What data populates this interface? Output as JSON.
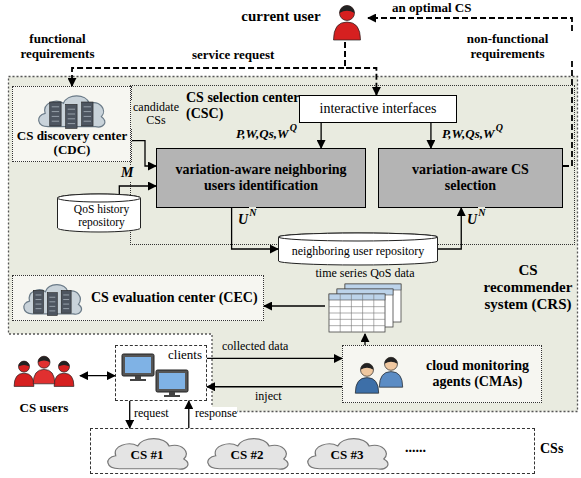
{
  "diagram": {
    "nodes": [
      {
        "text": [
          "current user"
        ]
      },
      {
        "text": [
          "CS recommender system (CRS)"
        ]
      },
      {
        "text": [
          "CS discovery center (CDC)"
        ],
        "in": 1
      },
      {
        "text": [
          "CS selection center (CSC)"
        ],
        "in": 1
      },
      {
        "text": [
          "interactive interfaces"
        ],
        "in": 3
      },
      {
        "text": [
          "variation-aware neighboring users identification"
        ],
        "in": 3
      },
      {
        "text": [
          "variation-aware CS selection"
        ],
        "in": 3
      },
      {
        "text": [
          "QoS history repository"
        ],
        "in": 1
      },
      {
        "text": [
          "neighboring user repository"
        ],
        "in": 1
      },
      {
        "text": [
          "CS evaluation center (CEC)"
        ],
        "in": 1
      },
      {
        "text": [
          "time series QoS data"
        ],
        "in": 1
      },
      {
        "text": [
          "cloud monitoring agents (CMAs)"
        ],
        "in": 1
      },
      {
        "text": [
          "CS users"
        ]
      },
      {
        "text": [
          "clients"
        ]
      },
      {
        "text": [
          "CSs"
        ]
      },
      {
        "text": [
          "CS #1"
        ],
        "in": 14
      },
      {
        "text": [
          "CS #2"
        ],
        "in": 14
      },
      {
        "text": [
          "CS #3"
        ],
        "in": 14
      }
    ],
    "edges": [
      {
        "from": 0,
        "to": 2,
        "arrow": "to"
      },
      {
        "from": 0,
        "to": 4,
        "arrow": "to"
      },
      {
        "from": 6,
        "to": 0,
        "arrow": "to",
        "label": "an optimal CS"
      },
      {
        "from": 2,
        "to": 5,
        "arrow": "to",
        "label": "candidate CSs"
      },
      {
        "from": 4,
        "to": 5,
        "arrow": "to"
      },
      {
        "from": 4,
        "to": 6,
        "arrow": "to"
      },
      {
        "from": 7,
        "to": 5,
        "arrow": "to",
        "label": "M"
      },
      {
        "from": 5,
        "to": 8,
        "arrow": "to"
      },
      {
        "from": 8,
        "to": 6,
        "arrow": "to"
      },
      {
        "from": 10,
        "to": 9,
        "arrow": "to"
      },
      {
        "from": 11,
        "to": 10,
        "arrow": "to"
      },
      {
        "from": 13,
        "to": 11,
        "arrow": "to",
        "label": "collected data"
      },
      {
        "from": 11,
        "to": 13,
        "arrow": "to",
        "label": "inject"
      },
      {
        "from": 12,
        "to": 13,
        "arrow": "both"
      },
      {
        "from": 13,
        "to": 14,
        "arrow": "to",
        "label": "request"
      },
      {
        "from": 14,
        "to": 13,
        "arrow": "to",
        "label": "response"
      }
    ],
    "labels": [
      "functional requirements",
      "service request",
      "non-functional requirements",
      "P,W,Qs,W",
      "Q",
      "P,W,Qs,W",
      "Q",
      "U",
      "N",
      "U",
      "N",
      "......"
    ]
  }
}
